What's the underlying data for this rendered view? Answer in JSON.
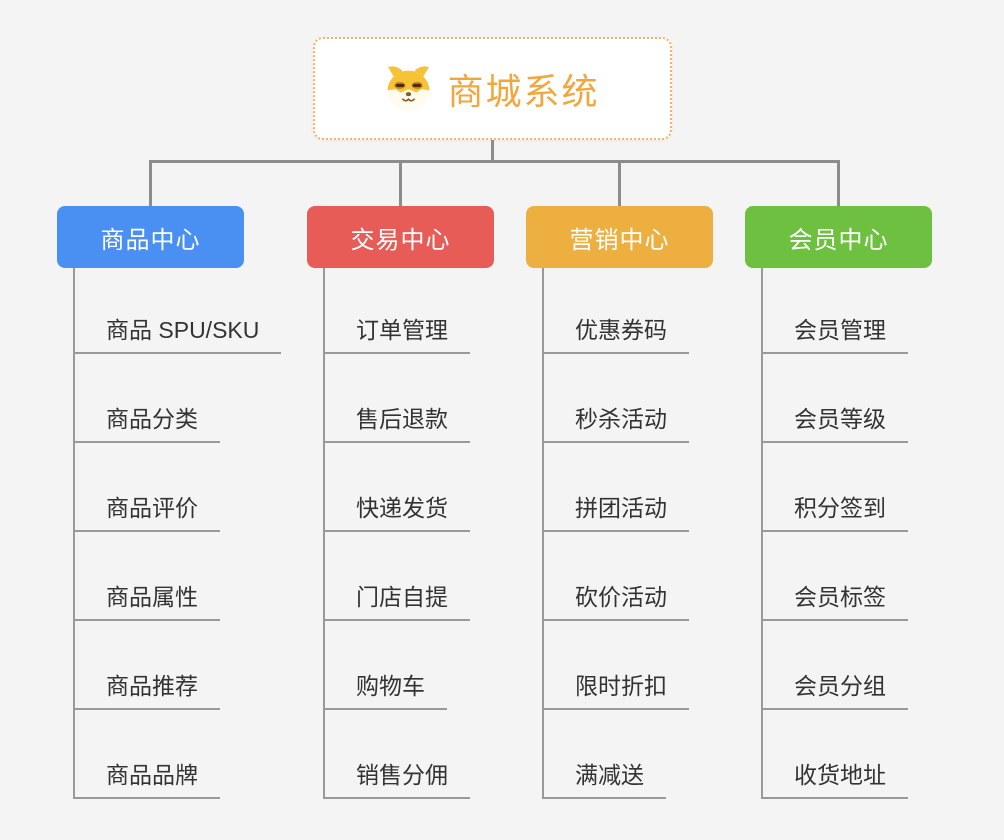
{
  "diagram": {
    "background": "#f4f4f4",
    "connector_color": "#8c8c8c",
    "item_line_color": "#999999",
    "item_text_color": "#333333"
  },
  "root": {
    "label": "商城系统",
    "text_color": "#F2A73D",
    "border_color": "#F5B45C",
    "icon": "dog-face-icon"
  },
  "branches": [
    {
      "id": "product-center",
      "label": "商品中心",
      "color": "#4A8FF2",
      "items": [
        "商品 SPU/SKU",
        "商品分类",
        "商品评价",
        "商品属性",
        "商品推荐",
        "商品品牌"
      ]
    },
    {
      "id": "trade-center",
      "label": "交易中心",
      "color": "#E85C58",
      "items": [
        "订单管理",
        "售后退款",
        "快递发货",
        "门店自提",
        "购物车",
        "销售分佣"
      ]
    },
    {
      "id": "marketing-center",
      "label": "营销中心",
      "color": "#EDAF3F",
      "items": [
        "优惠券码",
        "秒杀活动",
        "拼团活动",
        "砍价活动",
        "限时折扣",
        "满减送"
      ]
    },
    {
      "id": "member-center",
      "label": "会员中心",
      "color": "#6EC041",
      "items": [
        "会员管理",
        "会员等级",
        "积分签到",
        "会员标签",
        "会员分组",
        "收货地址"
      ]
    }
  ]
}
